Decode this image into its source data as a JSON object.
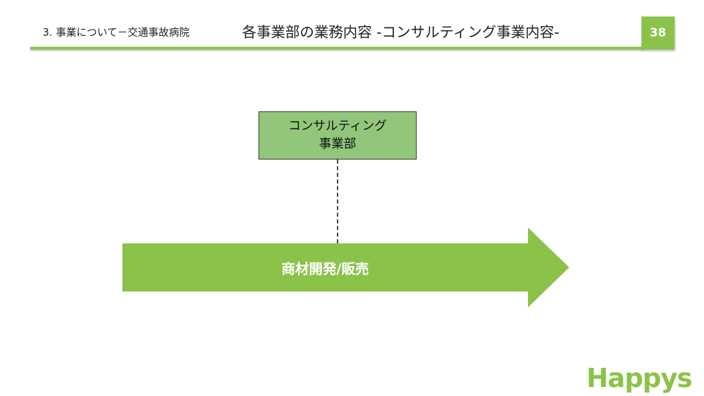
{
  "header": {
    "section": "3. 事業について－交通事故病院",
    "title": "各事業部の業務内容 -コンサルティング事業内容-",
    "page_number": "38"
  },
  "diagram": {
    "department": {
      "line1": "コンサルティング",
      "line2": "事業部"
    },
    "arrow_label": "商材開発/販売"
  },
  "logo": {
    "text": "Happys"
  },
  "colors": {
    "accent": "#8bc34a",
    "box_fill": "#92c67a",
    "arrow_fill": "#8bc34a"
  }
}
